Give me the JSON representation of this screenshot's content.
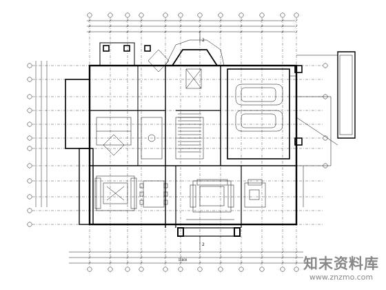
{
  "drawing": {
    "section_mark_top": "2",
    "section_mark_bottom": "2",
    "overall_dimension": "16800"
  },
  "watermark": {
    "text": "知末资料库",
    "url": "www.znzmo.com"
  }
}
